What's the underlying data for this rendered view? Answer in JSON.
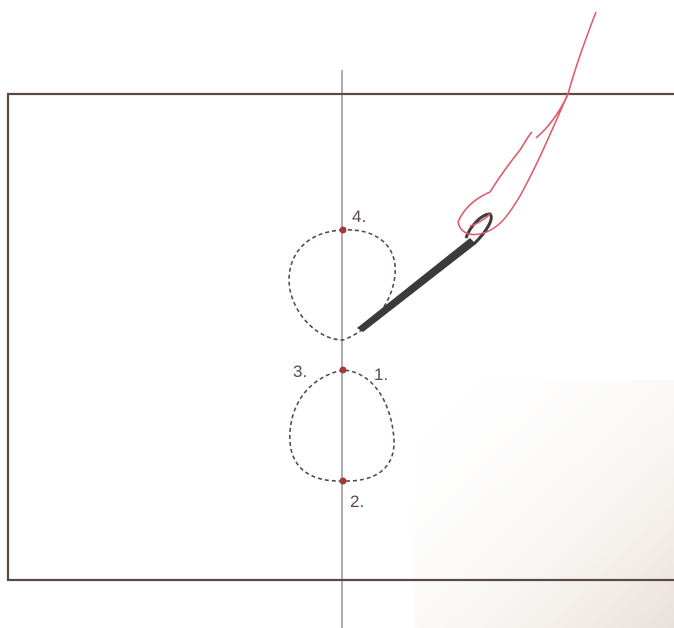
{
  "diagram": {
    "step_labels": {
      "step1": "1.",
      "step2": "2.",
      "step3": "3.",
      "step4": "4."
    },
    "colors": {
      "fabric_outline": "#5b4a44",
      "center_line": "#5b5b5b",
      "stitch_path": "#5b4a44",
      "stitch_point": "#a23a3a",
      "needle": "#3b3b3b",
      "hand_outline": "#e05a6a"
    },
    "icons": {
      "needle": "needle-icon",
      "hand": "hand-icon"
    }
  }
}
